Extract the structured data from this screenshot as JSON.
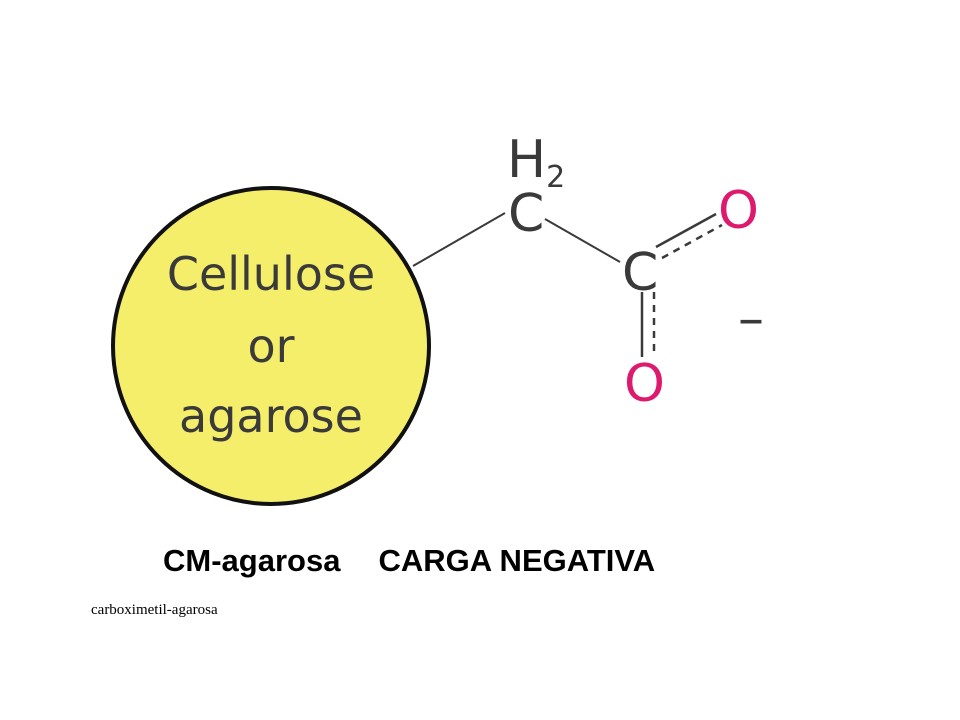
{
  "diagram": {
    "bead": {
      "lines": [
        "Cellulose",
        "or",
        "agarose"
      ],
      "fill_color": "#f5ee6a",
      "stroke_color": "#111111"
    },
    "atoms": {
      "h2": "H",
      "h2_subscript": "2",
      "c_methylene": "C",
      "c_carboxyl": "C",
      "o_top": "O",
      "o_bottom": "O",
      "charge": "–",
      "carbon_color": "#3a3a3a",
      "oxygen_color": "#dd1a6e"
    }
  },
  "caption": {
    "left": "CM-agarosa",
    "right": "CARGA NEGATIVA"
  },
  "note": "carboximetil-agarosa"
}
